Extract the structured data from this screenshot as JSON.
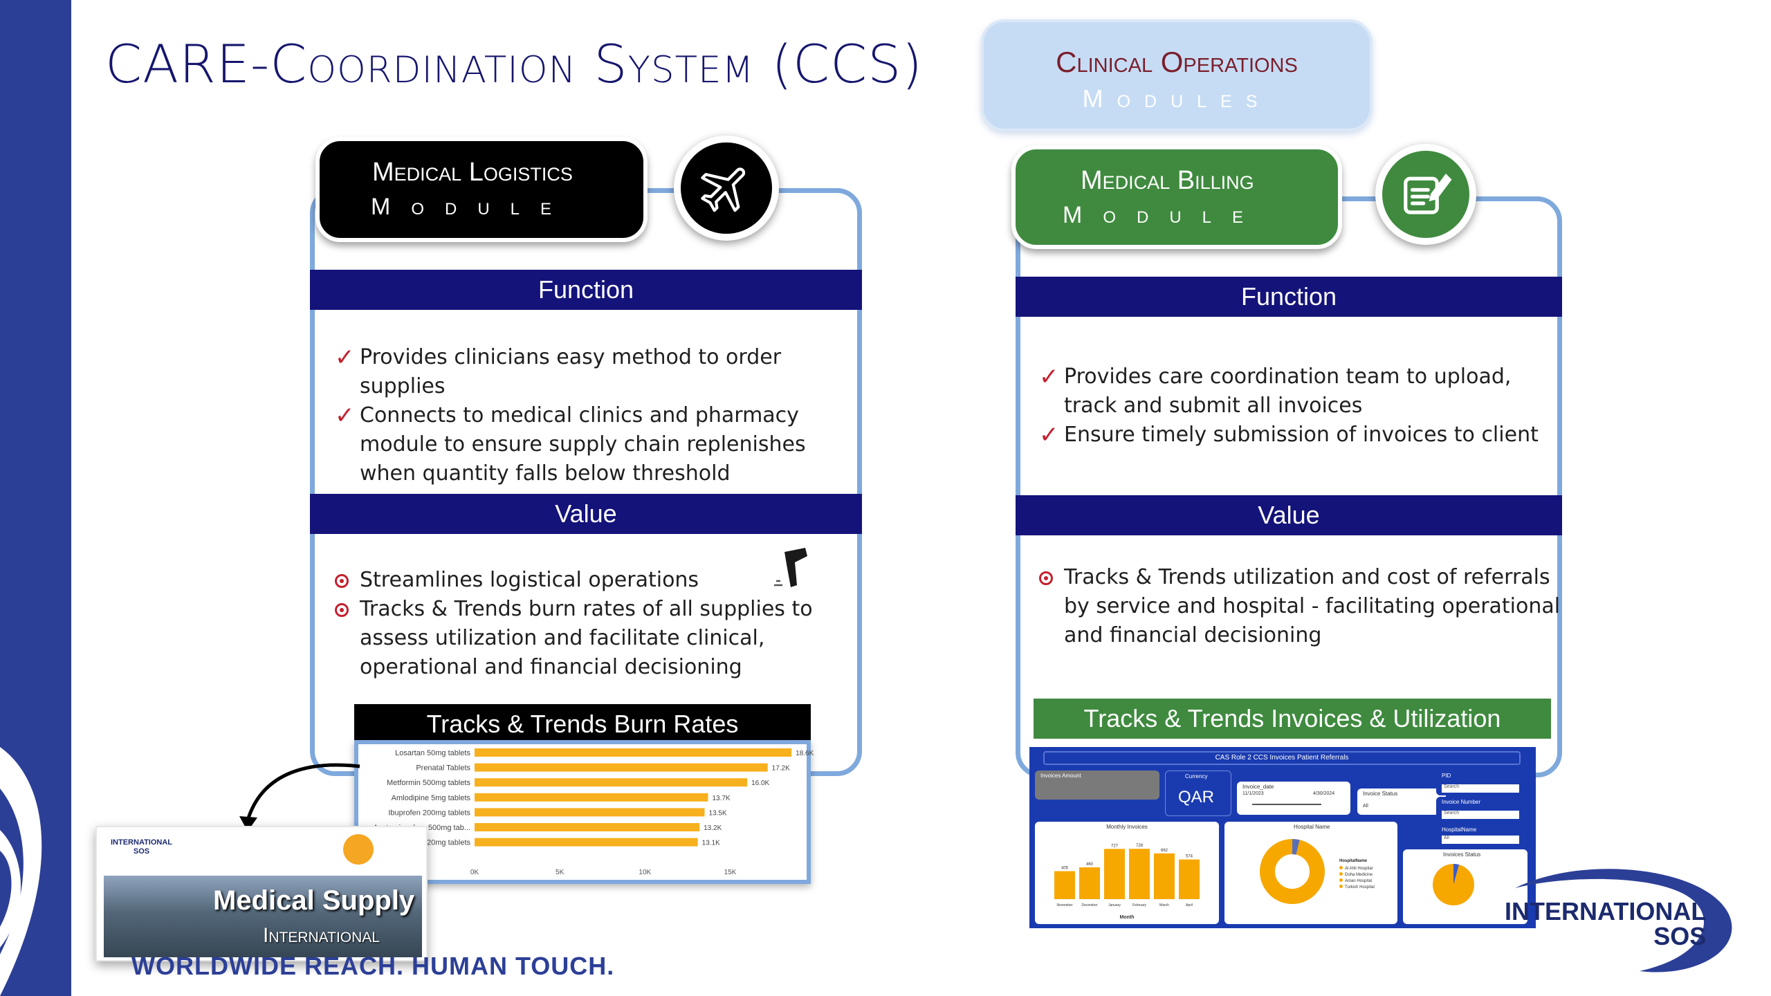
{
  "title": "CARE-Coordination System (CCS)",
  "clinical_ops": {
    "line1": "Clinical Operations",
    "line2": "Modules"
  },
  "logistics": {
    "name_line1": "Medical Logistics",
    "name_line2": "Module",
    "icon": "airplane-icon",
    "function_label": "Function",
    "function_items": [
      "Provides clinicians easy method to order supplies",
      "Connects to medical clinics and pharmacy module to ensure supply chain replenishes when quantity falls below threshold"
    ],
    "value_label": "Value",
    "value_items": [
      "Streamlines logistical operations",
      "Tracks & Trends burn rates of all supplies to assess utilization and facilitate clinical, operational and financial decisioning"
    ],
    "chart_heading": "Tracks & Trends Burn Rates",
    "colors": {
      "pill": "#000000",
      "header": "#14137a",
      "bar": "#f7b01e"
    }
  },
  "billing": {
    "name_line1": "Medical Billing",
    "name_line2": "Module",
    "icon": "edit-document-icon",
    "function_label": "Function",
    "function_items": [
      "Provides care coordination team to upload, track and submit all invoices",
      "Ensure timely submission of invoices to client"
    ],
    "value_label": "Value",
    "value_items": [
      "Tracks & Trends utilization and cost of referrals by service and hospital - facilitating operational and financial decisioning"
    ],
    "chart_heading": "Tracks & Trends Invoices & Utilization",
    "colors": {
      "pill": "#3f8a3f",
      "header": "#14137a"
    }
  },
  "chart_data": [
    {
      "type": "bar",
      "orientation": "horizontal",
      "categories": [
        "Losartan 50mg tablets",
        "Prenatal Tablets",
        "Metformin 500mg tablets",
        "Amlodipine 5mg tablets",
        "Ibuprofen 200mg tablets",
        "Acetaminophen 500mg tab...",
        "Atorvastatin 20mg tablets"
      ],
      "values": [
        18.6,
        17.2,
        16.0,
        13.7,
        13.5,
        13.2,
        13.1
      ],
      "value_labels": [
        "18.6K",
        "17.2K",
        "16.0K",
        "13.7K",
        "13.5K",
        "13.2K",
        "13.1K"
      ],
      "x_ticks": [
        "0K",
        "5K",
        "10K",
        "15K"
      ],
      "xlim": [
        0,
        19
      ],
      "grid": false
    },
    {
      "type": "bar",
      "title": "Monthly Invoices",
      "categories": [
        "November",
        "December",
        "January",
        "February",
        "March",
        "April"
      ],
      "values": [
        405,
        460,
        727,
        728,
        662,
        574
      ],
      "xlabel": "Month",
      "grid": false
    }
  ],
  "dashboard": {
    "title": "CAS Role 2 CCS Invoices Patient Referrals",
    "invoices_amount_label": "Invoices Amount",
    "currency_label": "Currency",
    "currency_value": "QAR",
    "invoice_date_label": "Invoice_date",
    "date_from": "11/1/2023",
    "date_to": "4/30/2024",
    "invoice_status_label": "Invoice Status",
    "pid_label": "PID",
    "invoice_number_label": "Invoice Number",
    "hospital_name_label": "HospitalName",
    "search_placeholder": "Search",
    "all_label": "All",
    "hospital_card_label": "Hospital Name",
    "status_card_label": "Invoices Status",
    "legend_title": "HospitalName",
    "legend_items": [
      "Al Ahli Hospital",
      "Doha Medicine",
      "Aman Hospital",
      "Turkish Hospital"
    ]
  },
  "supply_card": {
    "logo_line1": "INTERNATIONAL",
    "logo_line2": "SOS",
    "title": "Medical Supply",
    "subtitle": "International"
  },
  "tagline": "WORLDWIDE REACH. HUMAN TOUCH.",
  "brand_logo": {
    "line1": "INTERNATIONAL",
    "line2": "SOS"
  }
}
